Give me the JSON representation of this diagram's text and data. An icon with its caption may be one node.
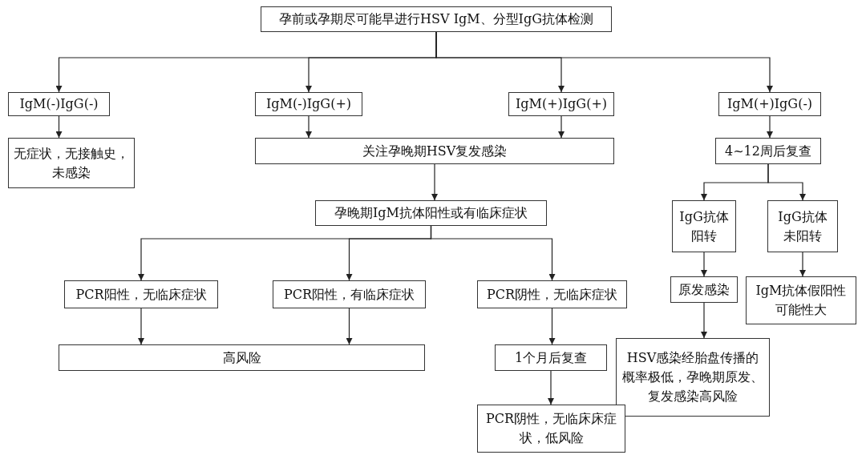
{
  "diagram": {
    "nodes": [
      {
        "text": [
          "孕前或孕期尽可能早进行HSV IgM、分型IgG抗体检测"
        ]
      },
      {
        "text": [
          "IgM(-)IgG(-)"
        ]
      },
      {
        "text": [
          "IgM(-)IgG(+)"
        ]
      },
      {
        "text": [
          "IgM(+)IgG(+)"
        ]
      },
      {
        "text": [
          "IgM(+)IgG(-)"
        ]
      },
      {
        "text": [
          "无症状，无接触史，未感染"
        ]
      },
      {
        "text": [
          "关注孕晚期HSV复发感染"
        ]
      },
      {
        "text": [
          "4~12周后复查"
        ]
      },
      {
        "text": [
          "孕晚期IgM抗体阳性或有临床症状"
        ]
      },
      {
        "text": [
          "IgG抗体阳转"
        ]
      },
      {
        "text": [
          "IgG抗体未阳转"
        ]
      },
      {
        "text": [
          "PCR阳性，无临床症状"
        ]
      },
      {
        "text": [
          "PCR阳性，有临床症状"
        ]
      },
      {
        "text": [
          "PCR阴性，无临床症状"
        ]
      },
      {
        "text": [
          "原发感染"
        ]
      },
      {
        "text": [
          "IgM抗体假阳性可能性大"
        ]
      },
      {
        "text": [
          "高风险"
        ]
      },
      {
        "text": [
          "1个月后复查"
        ]
      },
      {
        "text": [
          "HSV感染经胎盘传播的概率极低，孕晚期原发、复发感染高风险"
        ]
      },
      {
        "text": [
          "PCR阴性，无临床床症状，低风险"
        ]
      }
    ],
    "edges": [
      {
        "from": 0,
        "to": 1,
        "arrow": "to"
      },
      {
        "from": 0,
        "to": 2,
        "arrow": "to"
      },
      {
        "from": 0,
        "to": 3,
        "arrow": "to"
      },
      {
        "from": 0,
        "to": 4,
        "arrow": "to"
      },
      {
        "from": 1,
        "to": 5,
        "arrow": "to"
      },
      {
        "from": 2,
        "to": 6,
        "arrow": "to"
      },
      {
        "from": 3,
        "to": 6,
        "arrow": "to"
      },
      {
        "from": 4,
        "to": 7,
        "arrow": "to"
      },
      {
        "from": 6,
        "to": 8,
        "arrow": "to"
      },
      {
        "from": 7,
        "to": 9,
        "arrow": "to"
      },
      {
        "from": 7,
        "to": 10,
        "arrow": "to"
      },
      {
        "from": 8,
        "to": 11,
        "arrow": "to"
      },
      {
        "from": 8,
        "to": 12,
        "arrow": "to"
      },
      {
        "from": 8,
        "to": 13,
        "arrow": "to"
      },
      {
        "from": 9,
        "to": 14,
        "arrow": "to"
      },
      {
        "from": 10,
        "to": 15,
        "arrow": "to"
      },
      {
        "from": 11,
        "to": 16,
        "arrow": "to"
      },
      {
        "from": 12,
        "to": 16,
        "arrow": "to"
      },
      {
        "from": 13,
        "to": 17,
        "arrow": "to"
      },
      {
        "from": 14,
        "to": 18,
        "arrow": "to"
      },
      {
        "from": 17,
        "to": 19,
        "arrow": "to"
      }
    ]
  }
}
